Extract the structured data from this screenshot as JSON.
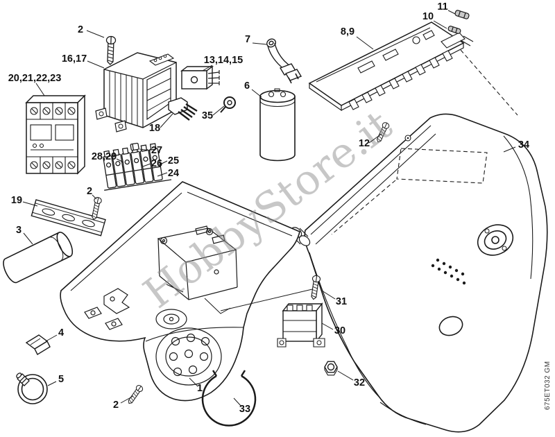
{
  "watermark": "HobbyStore.it",
  "drawing_code": "675ET032 GM",
  "colors": {
    "line": "#1a1a1a",
    "watermark_gray": "#8f8f8f",
    "background": "#ffffff"
  },
  "labels": [
    {
      "part": "screw-top",
      "text": "2"
    },
    {
      "part": "transformer",
      "text": "16,17"
    },
    {
      "part": "contactor",
      "text": "20,21,22,23"
    },
    {
      "part": "rectifier",
      "text": "13,14,15"
    },
    {
      "part": "cable-assembly",
      "text": "7"
    },
    {
      "part": "circuit-board",
      "text": "8,9"
    },
    {
      "part": "fuse-small",
      "text": "11"
    },
    {
      "part": "fuse-large",
      "text": "10"
    },
    {
      "part": "capacitor",
      "text": "6"
    },
    {
      "part": "ring-terminal",
      "text": "35"
    },
    {
      "part": "connector",
      "text": "18"
    },
    {
      "part": "screw-board",
      "text": "12"
    },
    {
      "part": "jumper",
      "text": "27"
    },
    {
      "part": "terminal-blocks",
      "text": "28,29"
    },
    {
      "part": "terminal-block",
      "text": "26"
    },
    {
      "part": "terminal-end",
      "text": "25"
    },
    {
      "part": "terminal-base",
      "text": "24"
    },
    {
      "part": "screw-mid",
      "text": "2"
    },
    {
      "part": "din-rail",
      "text": "19"
    },
    {
      "part": "suppressor",
      "text": "3"
    },
    {
      "part": "cover",
      "text": "34"
    },
    {
      "part": "screw-switch",
      "text": "31"
    },
    {
      "part": "switch",
      "text": "30"
    },
    {
      "part": "clip",
      "text": "4"
    },
    {
      "part": "nut",
      "text": "32"
    },
    {
      "part": "hose-clamp",
      "text": "5"
    },
    {
      "part": "housing",
      "text": "1"
    },
    {
      "part": "screw-bottom",
      "text": "2"
    },
    {
      "part": "wire-loop",
      "text": "33"
    }
  ]
}
